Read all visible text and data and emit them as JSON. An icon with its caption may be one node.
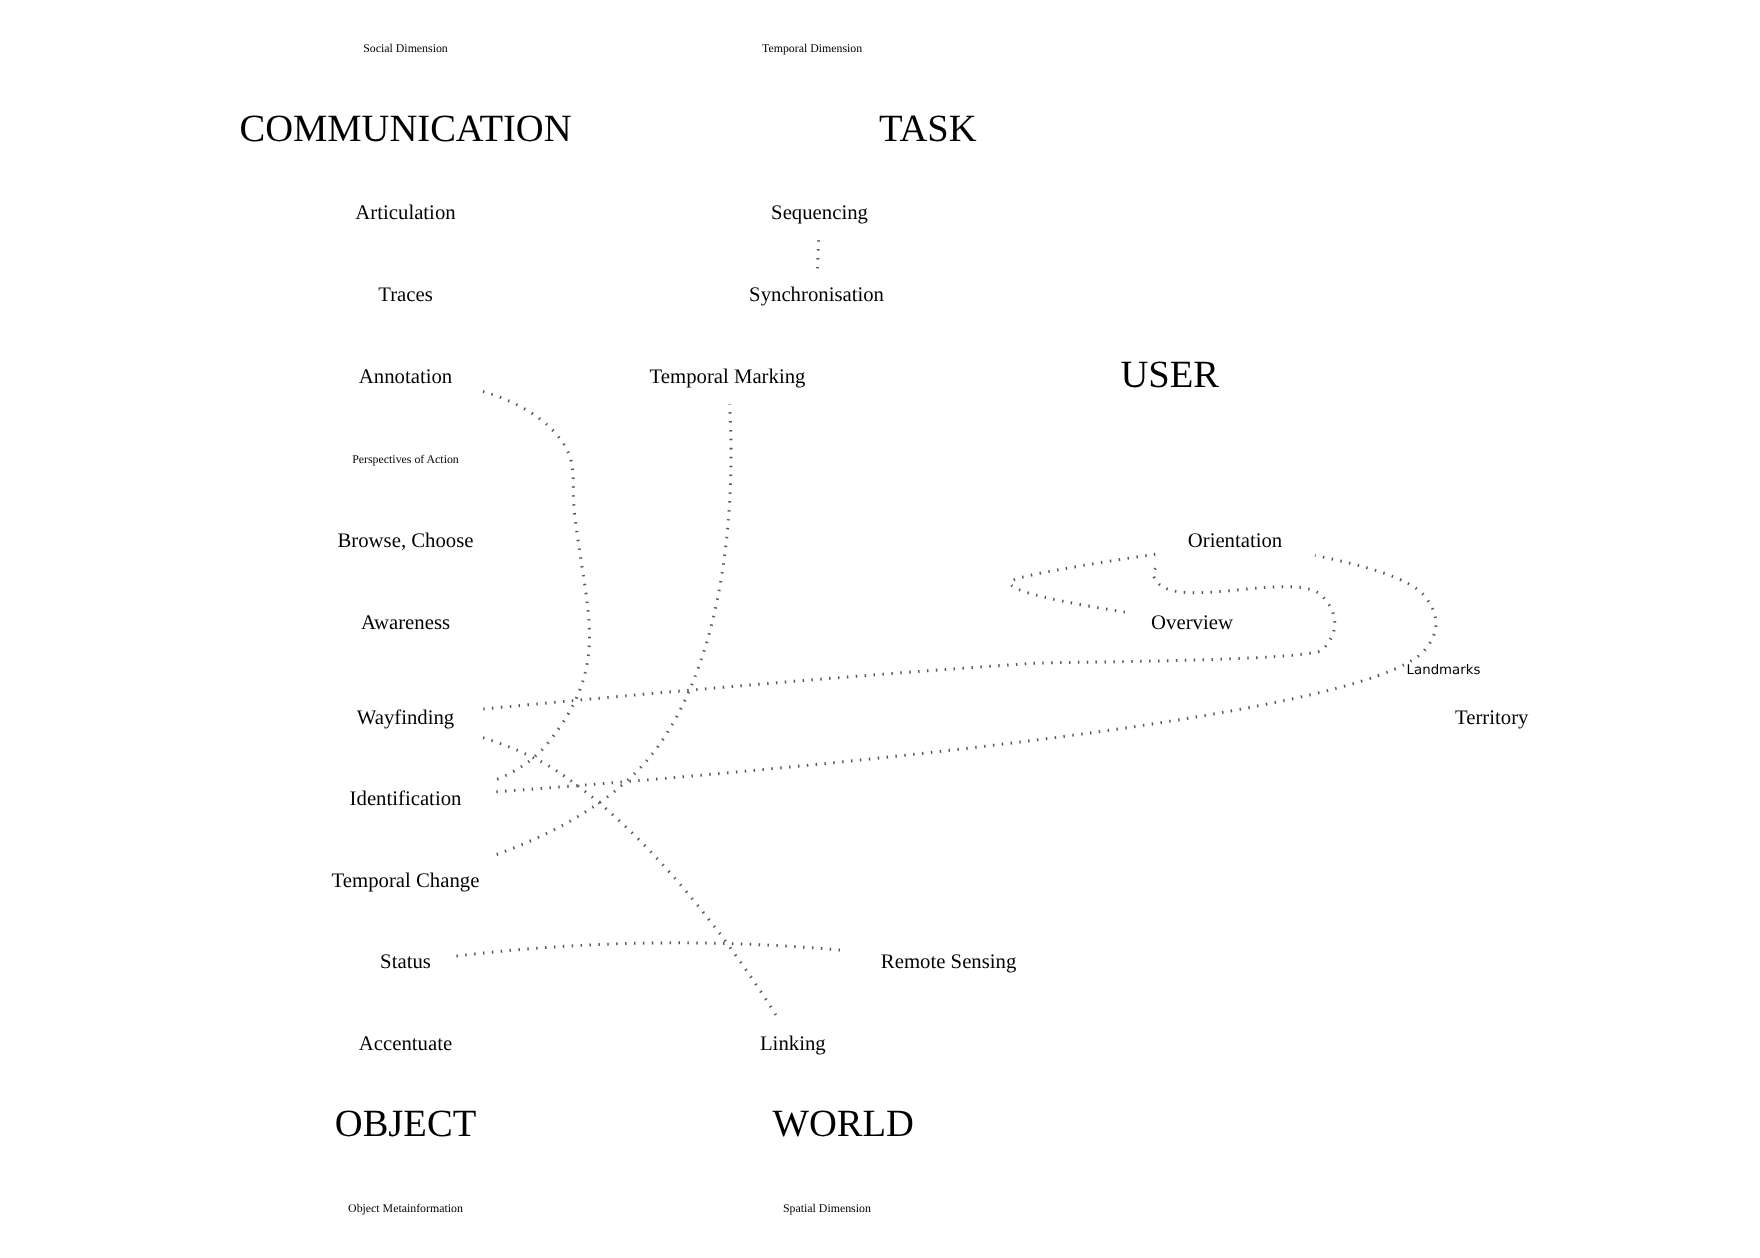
{
  "diagram": {
    "nodes": [
      {
        "text": [
          "Sequencing"
        ]
      },
      {
        "text": [
          "Synchronisation"
        ]
      },
      {
        "text": [
          "Annotation"
        ]
      },
      {
        "text": [
          "Orientation"
        ]
      },
      {
        "text": [
          "Overview"
        ]
      },
      {
        "text": [
          "Wayfinding"
        ]
      },
      {
        "text": [
          "Identification"
        ]
      },
      {
        "text": [
          "Linking"
        ]
      },
      {
        "text": [
          "Temporal Marking"
        ]
      },
      {
        "text": [
          "Temporal Change"
        ]
      },
      {
        "text": [
          "Remote Sensing"
        ]
      },
      {
        "text": [
          "Status"
        ]
      }
    ],
    "edges": [
      {
        "from": 1,
        "to": 0,
        "arrow": "none"
      },
      {
        "from": 2,
        "to": 6,
        "arrow": "none"
      },
      {
        "from": 6,
        "to": 3,
        "arrow": "none",
        "label": "Landmarks"
      },
      {
        "from": 3,
        "to": 4,
        "arrow": "none"
      },
      {
        "from": 3,
        "to": 5,
        "arrow": "none"
      },
      {
        "from": 5,
        "to": 7,
        "arrow": "none"
      },
      {
        "from": 9,
        "to": 8,
        "arrow": "none"
      },
      {
        "from": 11,
        "to": 10,
        "arrow": "none"
      }
    ],
    "labels": [
      "Social Dimension",
      "COMMUNICATION",
      "Temporal Dimension",
      "TASK",
      "Articulation",
      "Traces",
      "USER",
      "Perspectives of Action",
      "Browse, Choose",
      "Awareness",
      "Territory",
      "Accentuate",
      "OBJECT",
      "Object Metainformation",
      "WORLD",
      "Spatial Dimension"
    ]
  }
}
